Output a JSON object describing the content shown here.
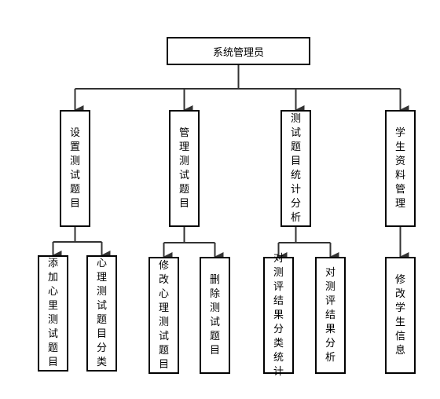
{
  "diagram": {
    "root": {
      "label": "系统管理员"
    },
    "modules": [
      {
        "label": "设置测试题目",
        "children": [
          {
            "label": "添加心里测试题目"
          },
          {
            "label": "心理测试题目分类"
          }
        ]
      },
      {
        "label": "管理测试题目",
        "children": [
          {
            "label": "修改心理测试题目"
          },
          {
            "label": "删除测试题目"
          }
        ]
      },
      {
        "label": "测试题目统计分析",
        "children": [
          {
            "label": "对测评结果分类统计"
          },
          {
            "label": "对测评结果分析"
          }
        ]
      },
      {
        "label": "学生资料管理",
        "children": [
          {
            "label": "修改学生信息"
          }
        ]
      }
    ],
    "line_color": "#333333",
    "border_color": "#000000"
  }
}
